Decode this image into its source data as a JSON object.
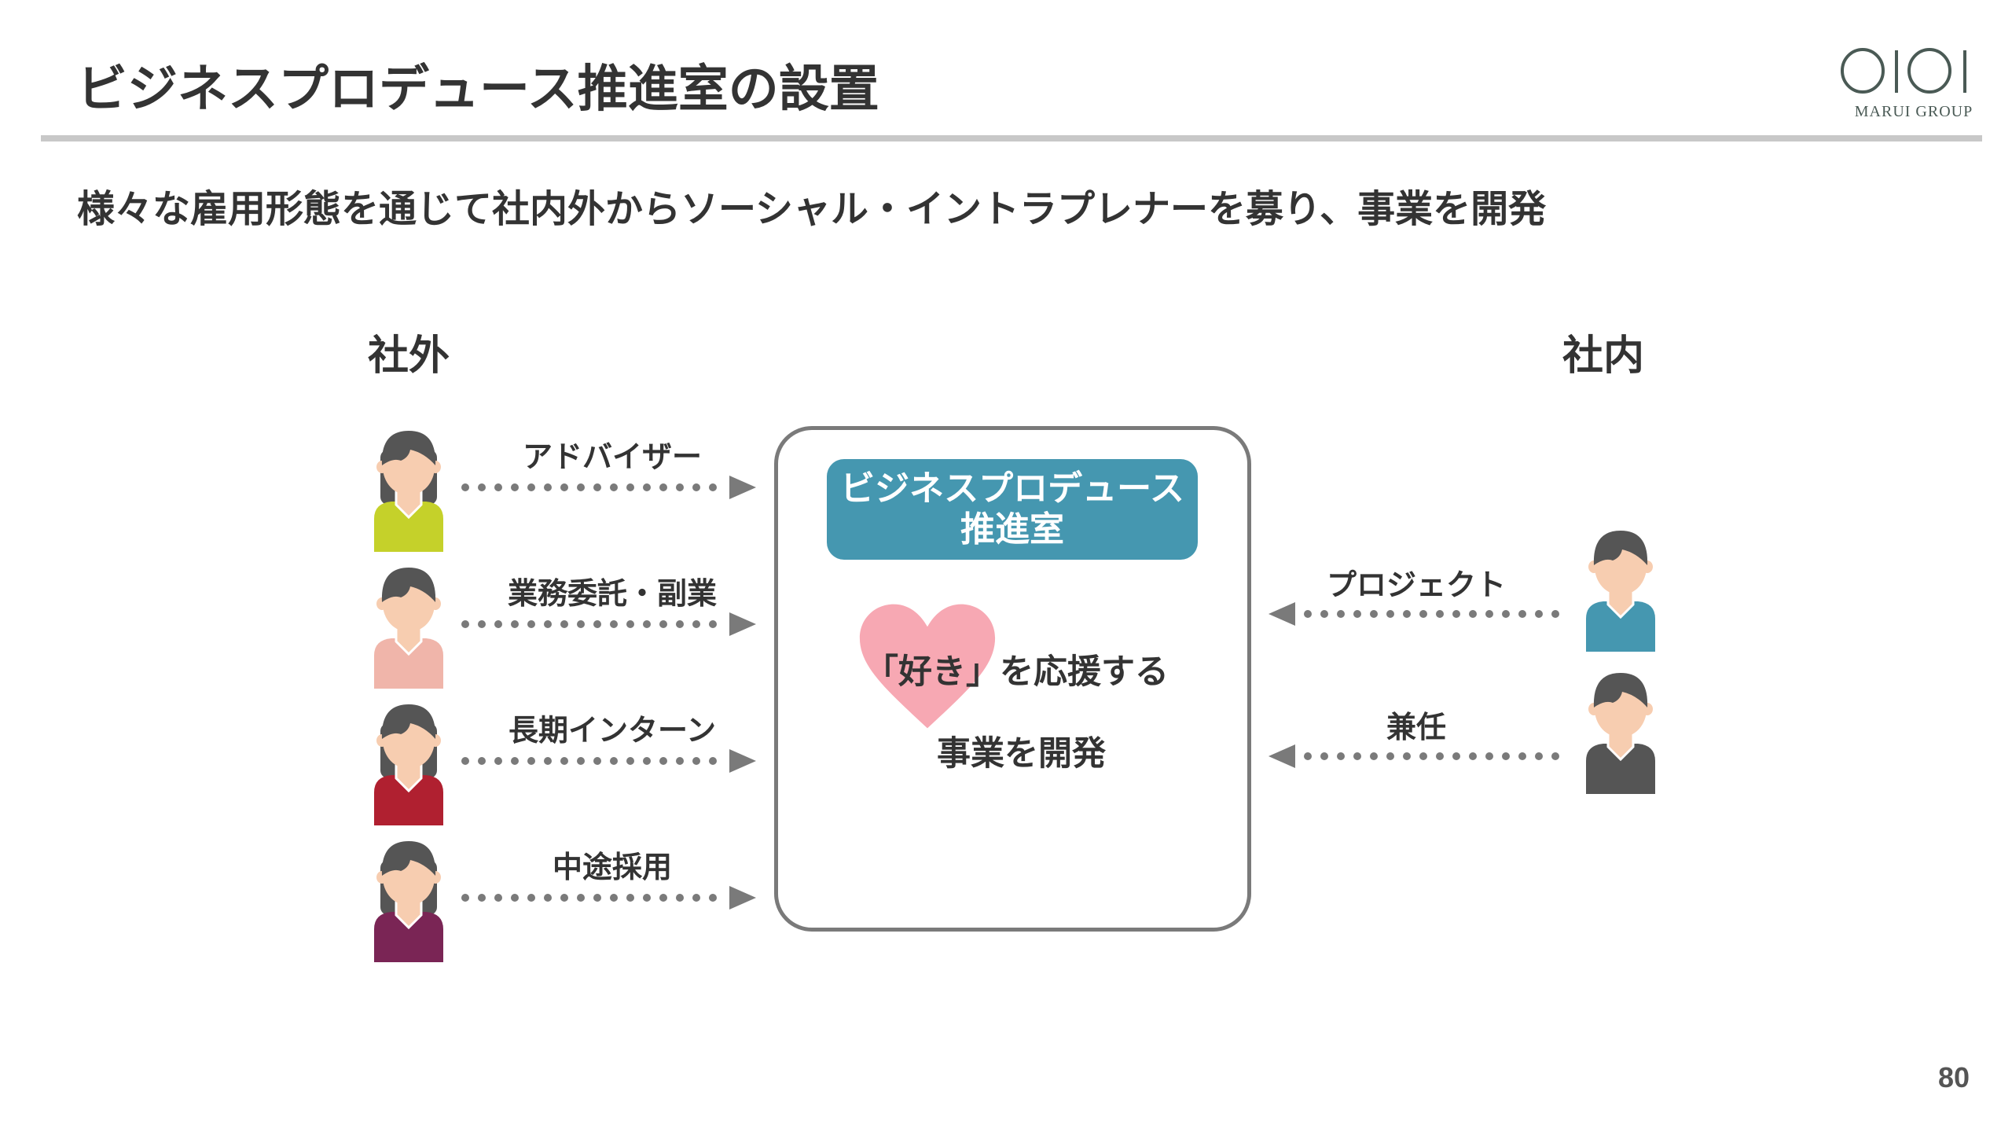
{
  "header": {
    "title": "ビジネスプロデュース推進室の設置",
    "logo_text": "OIOI MARUI GROUP"
  },
  "subtitle": "様々な雇用形態を通じて社内外からソーシャル・イントラプレナーを募り、事業を開発",
  "diagram": {
    "external_label": "社外",
    "internal_label": "社内",
    "center": {
      "office_line1": "ビジネスプロデュース",
      "office_line2": "推進室",
      "support_text": "「好き」を応援する",
      "develop_text": "事業を開発",
      "heart_color": "#f7a8b3",
      "office_color": "#4597b0"
    },
    "external": [
      {
        "label": "アドバイザー",
        "shirt": "#c5d12a",
        "hair": "long"
      },
      {
        "label": "業務委託・副業",
        "shirt": "#f0b5aa",
        "hair": "short"
      },
      {
        "label": "長期インターン",
        "shirt": "#b02030",
        "hair": "long"
      },
      {
        "label": "中途採用",
        "shirt": "#7a2555",
        "hair": "long"
      }
    ],
    "internal": [
      {
        "label": "プロジェクト",
        "shirt": "#4597b0",
        "hair": "short"
      },
      {
        "label": "兼任",
        "shirt": "#555555",
        "hair": "short"
      }
    ]
  },
  "page_number": "80"
}
